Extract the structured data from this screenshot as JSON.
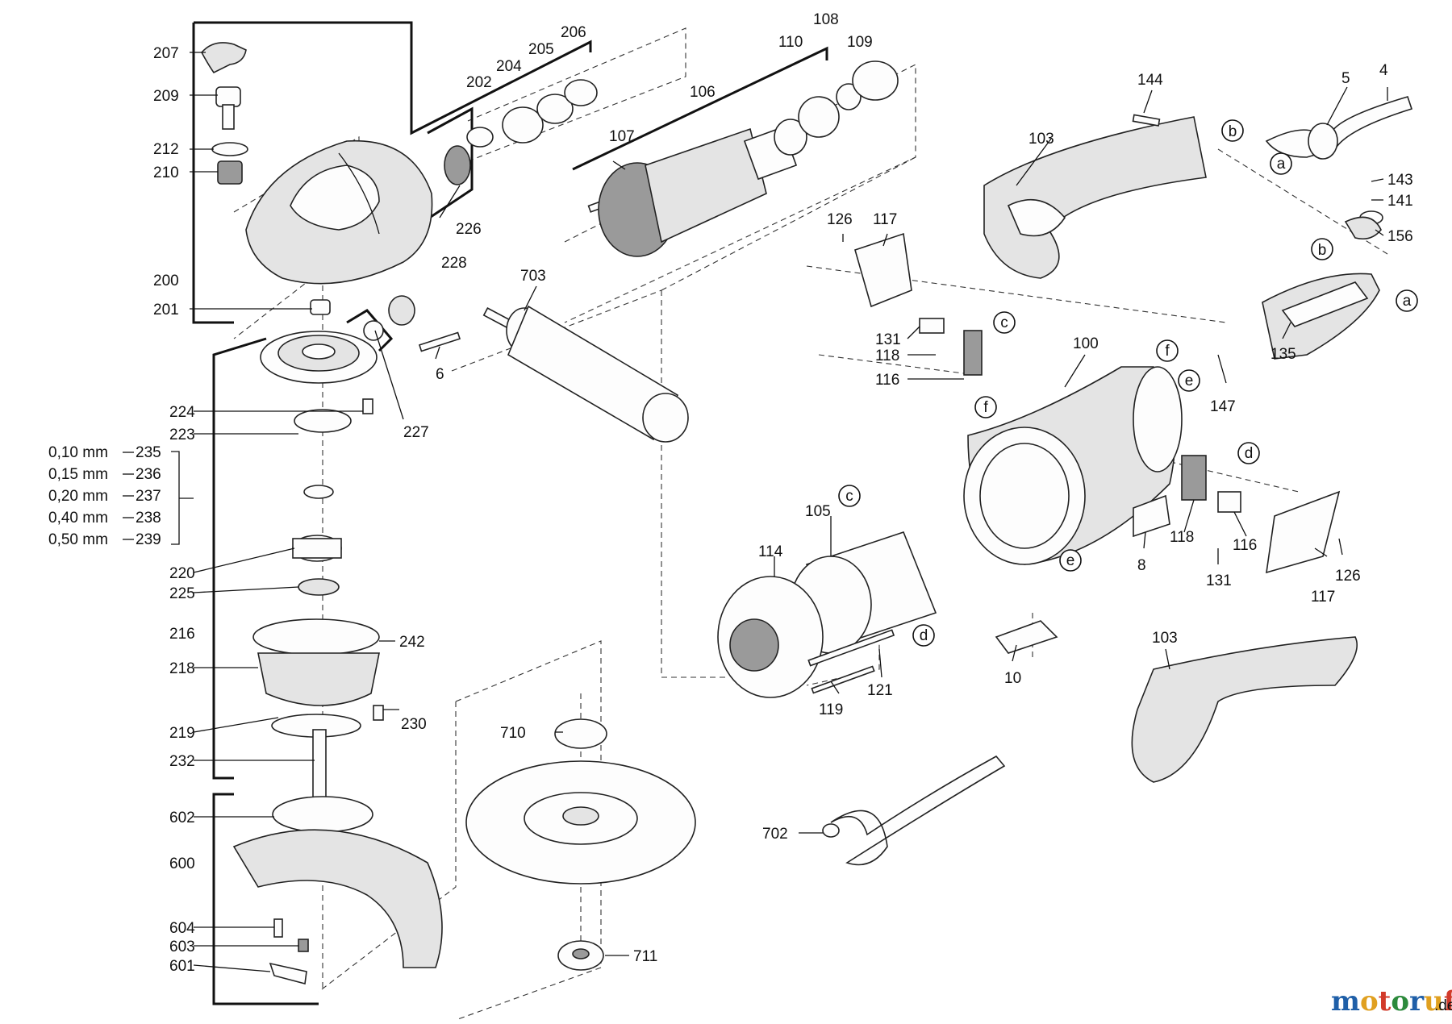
{
  "figure": {
    "part_numbers": [
      "207",
      "209",
      "212",
      "210",
      "200",
      "201",
      "224",
      "223",
      "235",
      "236",
      "237",
      "238",
      "239",
      "220",
      "225",
      "216",
      "242",
      "218",
      "219",
      "230",
      "232",
      "602",
      "600",
      "604",
      "603",
      "601",
      "202",
      "204",
      "205",
      "206",
      "226",
      "228",
      "227",
      "6",
      "703",
      "107",
      "106",
      "110",
      "108",
      "109",
      "144",
      "103",
      "5",
      "4",
      "126",
      "117",
      "131",
      "118",
      "116",
      "100",
      "147",
      "135",
      "143",
      "141",
      "156",
      "105",
      "114",
      "121",
      "119",
      "10",
      "8",
      "710",
      "711",
      "702"
    ],
    "thickness_labels": [
      "0,10 mm",
      "0,15 mm",
      "0,20 mm",
      "0,40 mm",
      "0,50 mm"
    ],
    "connector_letters": [
      "a",
      "b",
      "c",
      "d",
      "e",
      "f"
    ]
  },
  "watermark": {
    "text": "motoruf",
    "suffix": ".de",
    "colors": [
      "#1f5fa8",
      "#e0a020",
      "#d23a2a",
      "#2c8a3c"
    ]
  }
}
